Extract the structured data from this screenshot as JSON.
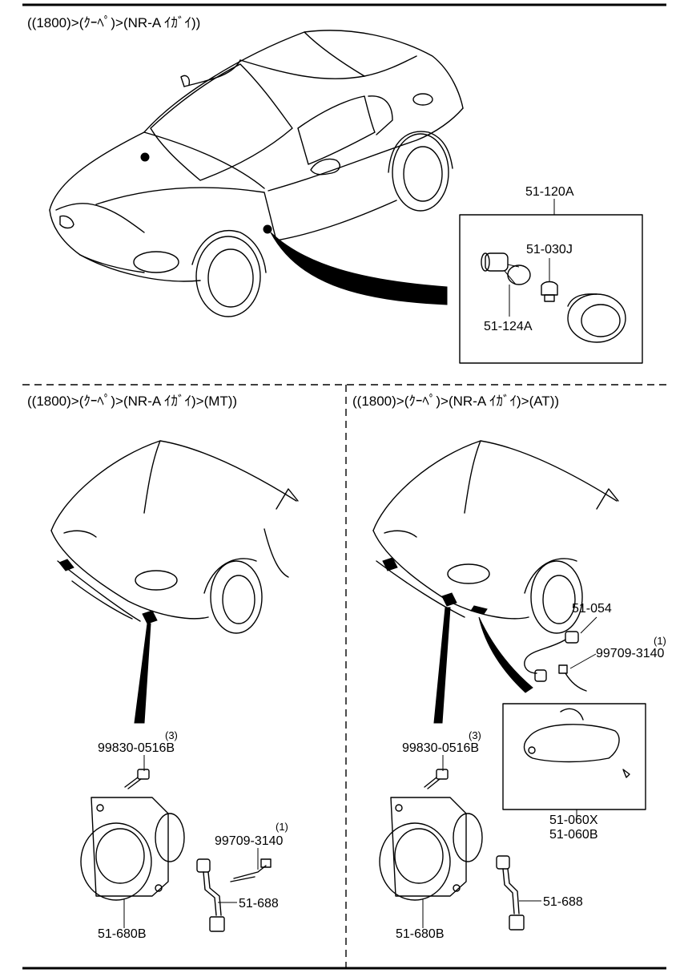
{
  "sections": {
    "top": {
      "header": "((1800)>(ｸｰﾍﾟ)>(NR-A ｲｶﾞｲ))"
    },
    "mt": {
      "header": "((1800)>(ｸｰﾍﾟ)>(NR-A ｲｶﾞｲ)>(MT))"
    },
    "at": {
      "header": "((1800)>(ｸｰﾍﾟ)>(NR-A ｲｶﾞｲ)>(AT))"
    }
  },
  "parts": {
    "p_51_120A": "51-120A",
    "p_51_030J": "51-030J",
    "p_51_124A": "51-124A",
    "mt_bolt": "99830-0516B",
    "mt_bolt_qty": "(3)",
    "mt_wire": "99709-3140",
    "mt_wire_qty": "(1)",
    "mt_harness": "51-688",
    "mt_lamp": "51-680B",
    "at_51_054": "51-054",
    "at_wire": "99709-3140",
    "at_wire_qty": "(1)",
    "at_bolt": "99830-0516B",
    "at_bolt_qty": "(3)",
    "at_lamp_x": "51-060X",
    "at_lamp_b": "51-060B",
    "at_harness": "51-688",
    "at_lamp": "51-680B"
  }
}
